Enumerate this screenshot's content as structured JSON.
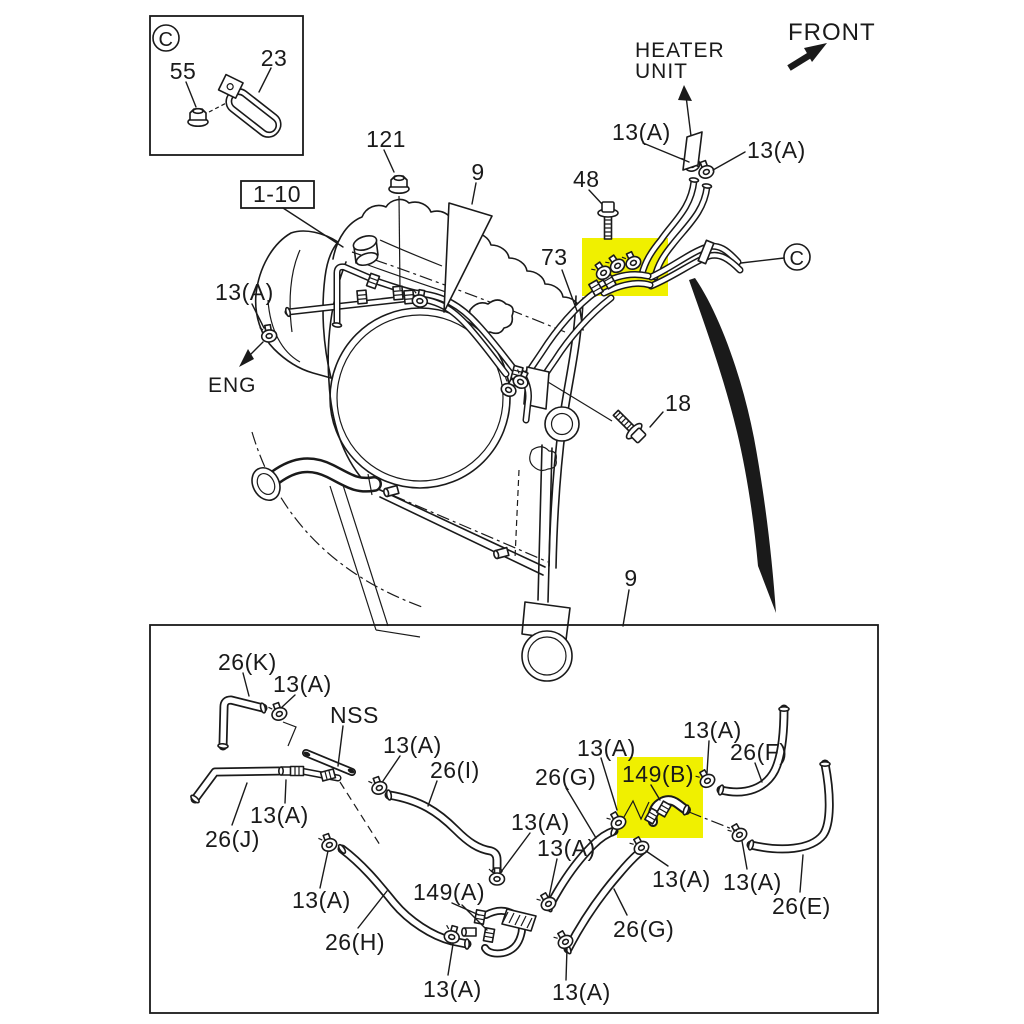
{
  "image": {
    "type": "vehicle-parts-diagram",
    "background": "#ffffff",
    "line_color": "#1a1a1a",
    "highlight_color": "#f0f000",
    "highlighted_parts": [
      "73",
      "149(B)"
    ]
  },
  "annotations": {
    "front": "FRONT",
    "eng": "ENG",
    "heater_unit_line1": "HEATER",
    "heater_unit_line2": "UNIT",
    "nss": "NSS"
  },
  "refs": {
    "detail_view": "C",
    "connector": "C",
    "page_ref": "1-10"
  },
  "parts": {
    "p9": "9",
    "p13a": "13(A)",
    "p18": "18",
    "p23": "23",
    "p26e": "26(E)",
    "p26f": "26(F)",
    "p26g": "26(G)",
    "p26h": "26(H)",
    "p26i": "26(I)",
    "p26j": "26(J)",
    "p26k": "26(K)",
    "p48": "48",
    "p55": "55",
    "p73": "73",
    "p121": "121",
    "p149a": "149(A)",
    "p149b": "149(B)"
  }
}
